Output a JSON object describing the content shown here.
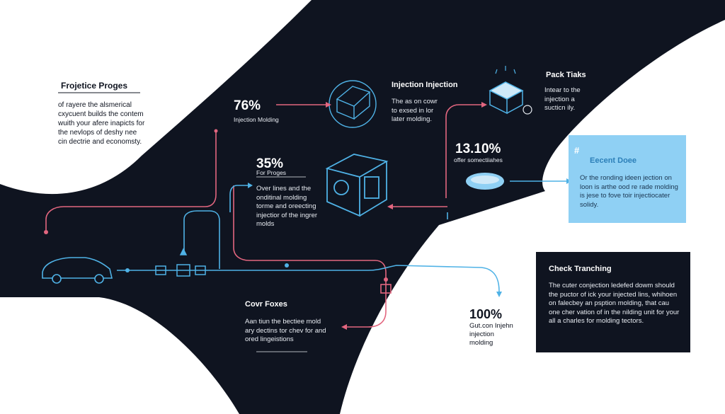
{
  "sections": {
    "projective_props": {
      "title": "Frojetice Proges",
      "body": "of rayere the alsmerical cxycuent builds the contem wuith your afere inapicts for the nevlops of deshy nee cin dectrie and economsty."
    },
    "stat_76": {
      "value": "76%",
      "label": "Injection Molding"
    },
    "injection": {
      "title": "Injection Injection",
      "body": "The as on cowr to exsed in lor later molding."
    },
    "pack": {
      "title": "Pack Tiaks",
      "body": "Intear to the injection a sucticn ily."
    },
    "stat_35": {
      "value": "35%",
      "label": "For Proges",
      "body": "Over lines and the onditinal molding torme and oreecting injectior of the ingrer molds"
    },
    "stat_1310": {
      "value": "13.10%",
      "label": "offer somectiiahes"
    },
    "callout": {
      "title": "Eecent Doee",
      "body": "Or the ronding ideen jection on loon is arthe ood re rade molding is jese to fove toir injectiocater solidy."
    },
    "check": {
      "title": "Check Tranching",
      "body": "The cuter conjection ledefed dowm should the puctor of ick your injected lins, whihoen on falecbey an psption molding, that cau one cher vation of in the nilding unit for your all a charles for molding tectors."
    },
    "cover": {
      "title": "Covr Foxes",
      "body": "Aan tiun the bectiee mold ary dectins tor chev for and ored lingeistions"
    },
    "stat_100": {
      "value": "100%",
      "label_1": "Gut.con Injehn",
      "label_2": "injection",
      "label_3": "molding"
    }
  },
  "colors": {
    "dark": "#0f1420",
    "pink": "#e2667f",
    "blue": "#4fb2e6",
    "light_blue": "#8fd0f4"
  }
}
